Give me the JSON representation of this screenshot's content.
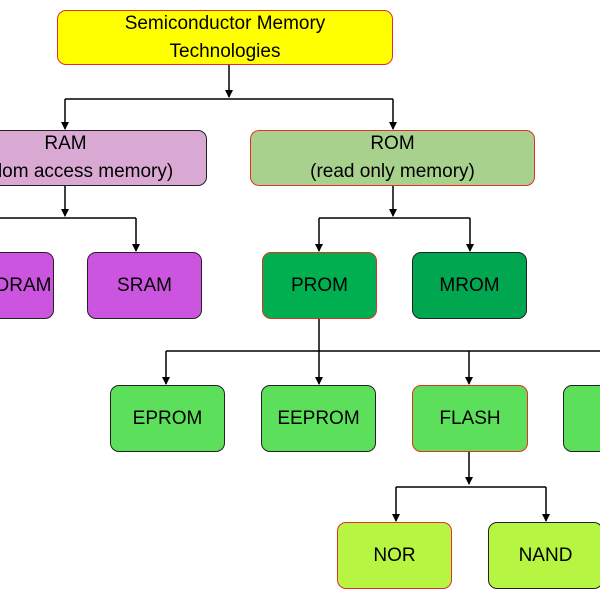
{
  "colors": {
    "root_fill": "#ffff00",
    "ram_fill": "#d9a9d4",
    "ram_child_fill": "#cc55e0",
    "rom_fill": "#a9d18e",
    "prom_fill": "#00b050",
    "mrom_fill": "#00a650",
    "prom_child_fill": "#5ce05c",
    "flash_child_fill": "#b6f541",
    "highlight_border": "#e0302a",
    "line": "#000000"
  },
  "nodes": {
    "root": {
      "line1": "Semiconductor Memory",
      "line2": "Technologies"
    },
    "ram": {
      "line1": "RAM",
      "line2": "(random access memory)"
    },
    "rom": {
      "line1": "ROM",
      "line2": "(read only memory)"
    },
    "dram": {
      "label": "DRAM"
    },
    "sram": {
      "label": "SRAM"
    },
    "prom": {
      "label": "PROM"
    },
    "mrom": {
      "label": "MROM"
    },
    "eprom": {
      "label": "EPROM"
    },
    "eeprom": {
      "label": "EEPROM"
    },
    "flash": {
      "label": "FLASH"
    },
    "fourth": {
      "label": ""
    },
    "nor": {
      "label": "NOR"
    },
    "nand": {
      "label": "NAND"
    }
  }
}
